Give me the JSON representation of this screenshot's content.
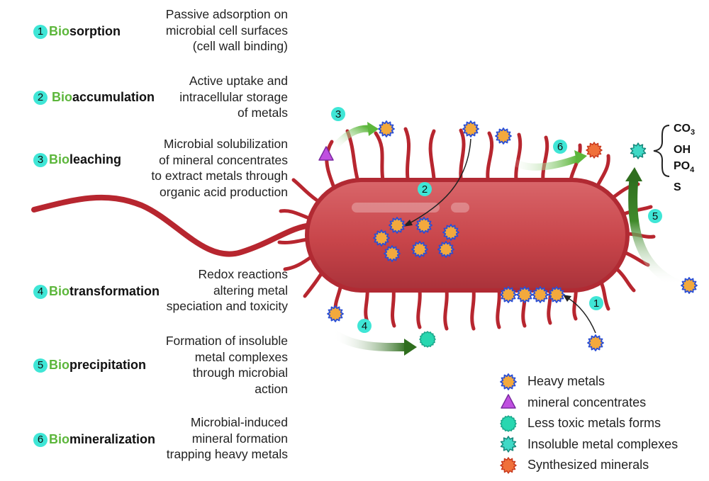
{
  "mechanisms": [
    {
      "num": "1",
      "prefix": "Bio",
      "suffix": "sorption",
      "description": [
        "Passive adsorption on",
        "microbial cell surfaces",
        "(cell wall binding)"
      ]
    },
    {
      "num": "2",
      "prefix": "Bio",
      "suffix": "accumulation",
      "description": [
        "Active uptake and",
        "intracellular storage",
        "of metals"
      ]
    },
    {
      "num": "3",
      "prefix": "Bio",
      "suffix": "leaching",
      "description": [
        "Microbial solubilization",
        "of mineral concentrates",
        "to extract metals through",
        "organic acid production"
      ]
    },
    {
      "num": "4",
      "prefix": "Bio",
      "suffix": "transformation",
      "description": [
        "Redox reactions",
        "altering metal",
        "speciation and toxicity"
      ]
    },
    {
      "num": "5",
      "prefix": "Bio",
      "suffix": "precipitation",
      "description": [
        "Formation of insoluble",
        "metal complexes",
        "through microbial",
        "action"
      ]
    },
    {
      "num": "6",
      "prefix": "Bio",
      "suffix": "mineralization",
      "description": [
        "Microbial-induced",
        "mineral formation",
        "trapping heavy metals"
      ]
    }
  ],
  "ions": {
    "co3": "CO",
    "co3_sub": "3",
    "oh": "OH",
    "po4": "PO",
    "po4_sub": "4",
    "s": "S"
  },
  "diagram_markers": [
    "1",
    "2",
    "3",
    "4",
    "5",
    "6"
  ],
  "legend": [
    {
      "label": "Heavy metals",
      "icon": "heavy-metal-icon"
    },
    {
      "label": "mineral concentrates",
      "icon": "mineral-concentrate-icon"
    },
    {
      "label": "Less toxic metals forms",
      "icon": "less-toxic-metal-icon"
    },
    {
      "label": "Insoluble metal complexes",
      "icon": "insoluble-complex-icon"
    },
    {
      "label": "Synthesized minerals",
      "icon": "synthesized-mineral-icon"
    }
  ],
  "colors": {
    "bacterium_body": "#c8454a",
    "bacterium_outline": "#b12a33",
    "appendage": "#b7262f",
    "badge": "#3fe6d6",
    "bio_prefix": "#5cb63b",
    "heavy_metal_fill": "#f3a93d",
    "heavy_metal_outline": "#2a4fd6",
    "mineral_concentrate": "#c04fe0",
    "less_toxic": "#28d7b0",
    "insoluble_complex": "#3fd9c6",
    "synthesized_mineral": "#f0703a",
    "arrow_green_dark": "#2f6e1e",
    "arrow_green_light": "#7cc35c"
  }
}
